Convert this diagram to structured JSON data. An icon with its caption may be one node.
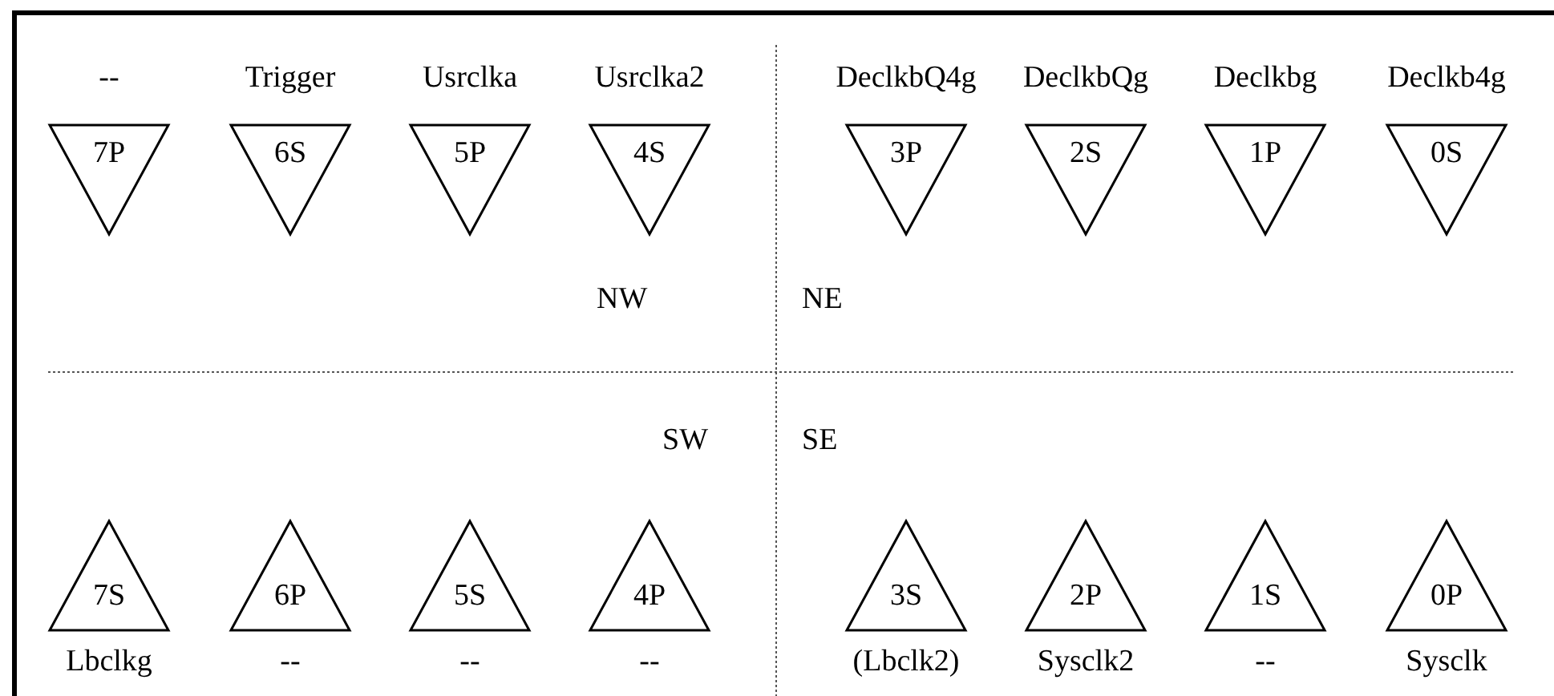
{
  "diagram": {
    "nodes": [
      {
        "text": [
          "7P"
        ],
        "beside": [
          "--"
        ]
      },
      {
        "text": [
          "6S"
        ],
        "beside": [
          "Trigger"
        ]
      },
      {
        "text": [
          "5P"
        ],
        "beside": [
          "Usrclka"
        ]
      },
      {
        "text": [
          "4S"
        ],
        "beside": [
          "Usrclka2"
        ]
      },
      {
        "text": [
          "3P"
        ],
        "beside": [
          "DeclkbQ4g"
        ]
      },
      {
        "text": [
          "2S"
        ],
        "beside": [
          "DeclkbQg"
        ]
      },
      {
        "text": [
          "1P"
        ],
        "beside": [
          "Declkbg"
        ]
      },
      {
        "text": [
          "0S"
        ],
        "beside": [
          "Declkb4g"
        ]
      },
      {
        "text": [
          "7S"
        ],
        "beside": [
          "Lbclkg"
        ]
      },
      {
        "text": [
          "6P"
        ],
        "beside": [
          "--"
        ]
      },
      {
        "text": [
          "5S"
        ],
        "beside": [
          "--"
        ]
      },
      {
        "text": [
          "4P"
        ],
        "beside": [
          "--"
        ]
      },
      {
        "text": [
          "3S"
        ],
        "beside": [
          "(Lbclk2)"
        ]
      },
      {
        "text": [
          "2P"
        ],
        "beside": [
          "Sysclk2"
        ]
      },
      {
        "text": [
          "1S"
        ],
        "beside": [
          "--"
        ]
      },
      {
        "text": [
          "0P"
        ],
        "beside": [
          "Sysclk"
        ]
      }
    ],
    "labels": [
      "NW",
      "NE",
      "SW",
      "SE"
    ]
  }
}
